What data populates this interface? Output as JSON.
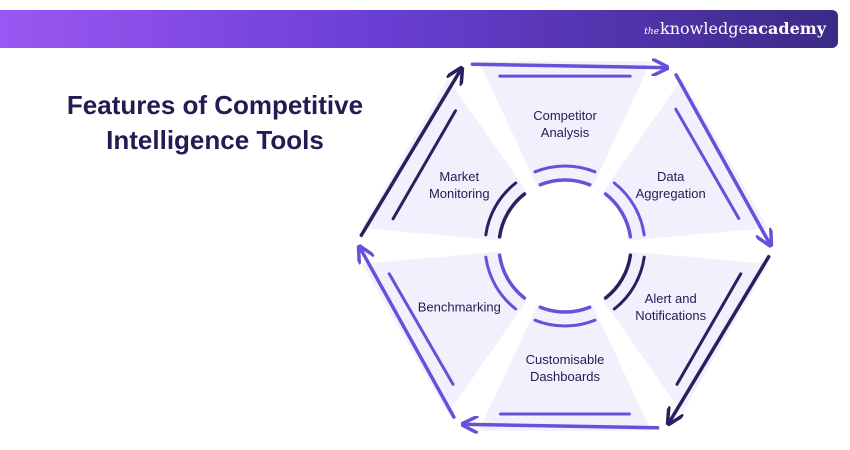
{
  "brand": {
    "prefix": "the",
    "name_regular": "knowledge",
    "name_bold": "academy"
  },
  "title": {
    "line1": "Features of Competitive",
    "line2": "Intelligence Tools"
  },
  "segments": [
    {
      "lines": [
        "Competitor",
        "Analysis"
      ]
    },
    {
      "lines": [
        "Data",
        "Aggregation"
      ]
    },
    {
      "lines": [
        "Alert and",
        "Notifications"
      ]
    },
    {
      "lines": [
        "Customisable",
        "Dashboards"
      ]
    },
    {
      "lines": [
        "Benchmarking"
      ]
    },
    {
      "lines": [
        "Market",
        "Monitoring"
      ]
    }
  ],
  "colors": {
    "primary": "#6a4fd8",
    "dark": "#2a2060",
    "fill": "#f2f0fd",
    "text": "#231b52"
  }
}
